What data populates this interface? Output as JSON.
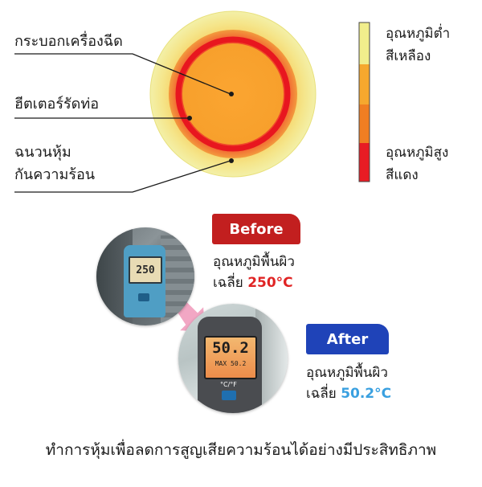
{
  "diagram": {
    "labels": {
      "pipe": "กระบอกเครื่องฉีด",
      "heater": "ฮีตเตอร์รัดท่อ",
      "insulation_line1": "ฉนวนหุ้ม",
      "insulation_line2": "กันความร้อน"
    },
    "legend": {
      "low_line1": "อุณหภูมิต่ำ",
      "low_line2": "สีเหลือง",
      "high_line1": "อุณหภูมิสูง",
      "high_line2": "สีแดง",
      "colors": [
        "#f1ee8c",
        "#f6a82e",
        "#f07e22",
        "#e81c24"
      ]
    }
  },
  "comparison": {
    "before": {
      "badge": "Before",
      "text_line1": "อุณหภูมิพื้นผิว",
      "text_prefix": "เฉลี่ย",
      "value": "250°C",
      "meter_display": "250",
      "badge_color": "#c21f1f",
      "value_color": "#e02424"
    },
    "after": {
      "badge": "After",
      "text_line1": "อุณหภูมิพื้นผิว",
      "text_prefix": "เฉลี่ย",
      "value": "50.2°C",
      "meter_display": "50.2",
      "meter_sub": "MAX 50.2",
      "meter_unit": "°C/°F",
      "badge_color": "#1f43b8",
      "value_color": "#3aa0e0"
    }
  },
  "caption": "ทำการหุ้มเพื่อลดการสูญเสียความร้อนได้อย่างมีประสิทธิภาพ"
}
